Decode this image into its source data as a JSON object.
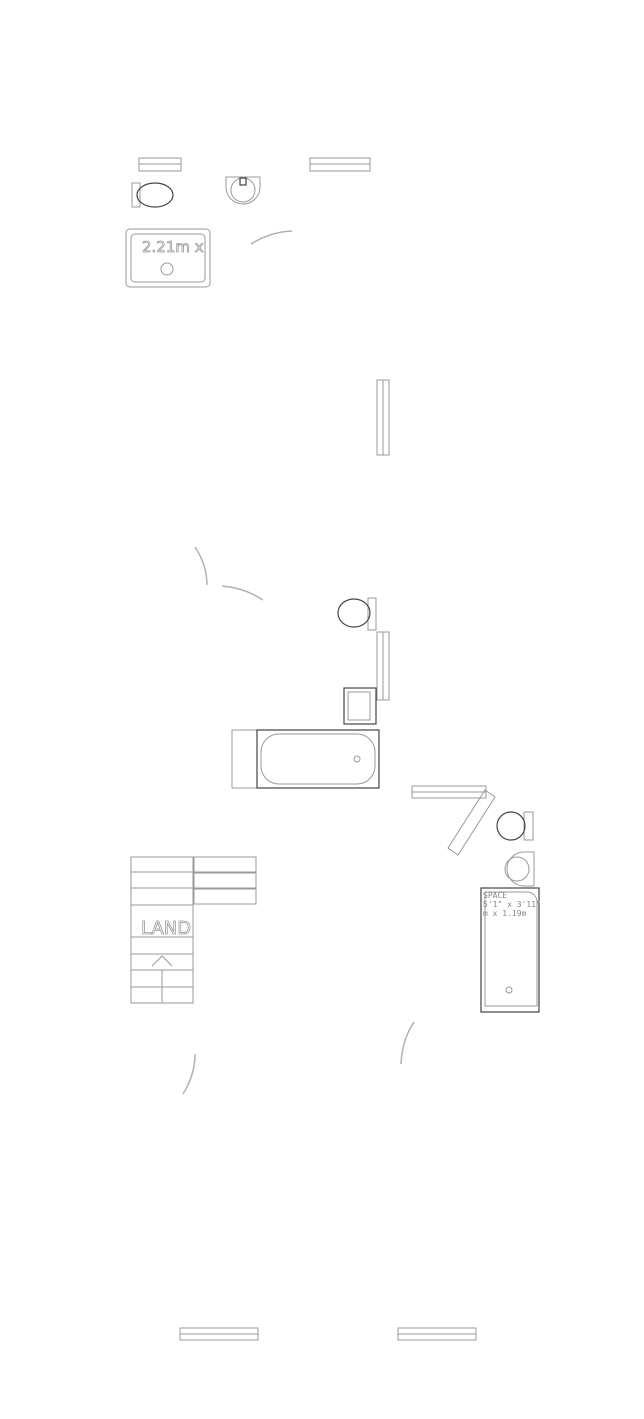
{
  "plan": {
    "room_dim_1": "2.21m x",
    "stairs_label": "LAND",
    "bath_label": "SPACE",
    "bath_dim_imperial": "5'1\" x 3'11\"",
    "bath_dim_metric": "m x 1.19m"
  }
}
